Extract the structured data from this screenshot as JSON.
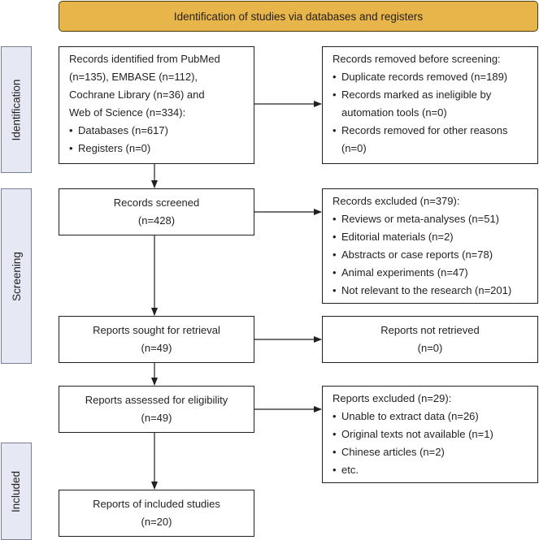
{
  "header": {
    "title": "Identification of studies via databases and registers"
  },
  "phases": {
    "identification": "Identification",
    "screening": "Screening",
    "included": "Included"
  },
  "identified_box": {
    "lines": [
      "Records identified from PubMed",
      "(n=135), EMBASE (n=112),",
      "Cochrane Library (n=36) and",
      "Web of Science (n=334):"
    ],
    "bullets": [
      "Databases (n=617)",
      "Registers (n=0)"
    ]
  },
  "removed_box": {
    "title": "Records removed before screening:",
    "bullets": [
      "Duplicate records removed (n=189)",
      "Records marked as ineligible by",
      "automation tools (n=0)",
      "Records removed for other reasons",
      "(n=0)"
    ]
  },
  "screened_box": {
    "label": "Records screened",
    "count": "(n=428)"
  },
  "excluded_box": {
    "title": "Records excluded (n=379):",
    "bullets": [
      "Reviews or meta-analyses (n=51)",
      "Editorial materials (n=2)",
      "Abstracts or case reports (n=78)",
      "Animal experiments (n=47)",
      "Not relevant to the research (n=201)"
    ]
  },
  "sought_box": {
    "label": "Reports sought for retrieval",
    "count": "(n=49)"
  },
  "not_retrieved_box": {
    "label": "Reports not retrieved",
    "count": "(n=0)"
  },
  "assessed_box": {
    "label": "Reports assessed for eligibility",
    "count": "(n=49)"
  },
  "reports_excluded_box": {
    "title": "Reports excluded (n=29):",
    "bullets": [
      "Unable to extract data (n=26)",
      "Original texts not available (n=1)",
      "Chinese articles (n=2)",
      "etc."
    ]
  },
  "included_box": {
    "label": "Reports of included studies",
    "count": "(n=20)"
  }
}
